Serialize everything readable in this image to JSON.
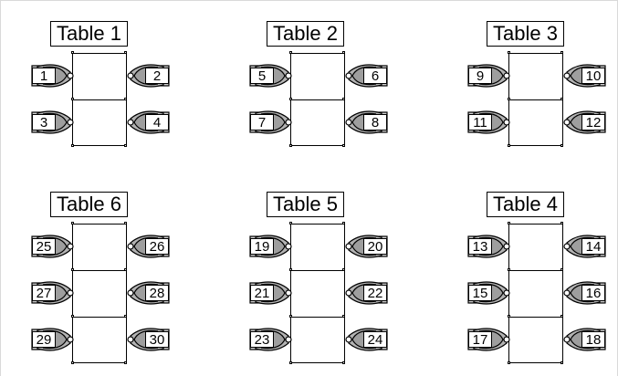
{
  "tables": [
    {
      "title": "Table 1",
      "seats": [
        "1",
        "2",
        "3",
        "4"
      ]
    },
    {
      "title": "Table 2",
      "seats": [
        "5",
        "6",
        "7",
        "8"
      ]
    },
    {
      "title": "Table 3",
      "seats": [
        "9",
        "10",
        "11",
        "12"
      ]
    },
    {
      "title": "Table 6",
      "seats": [
        "25",
        "26",
        "27",
        "28",
        "29",
        "30"
      ]
    },
    {
      "title": "Table 5",
      "seats": [
        "19",
        "20",
        "21",
        "22",
        "23",
        "24"
      ]
    },
    {
      "title": "Table 4",
      "seats": [
        "13",
        "14",
        "15",
        "16",
        "17",
        "18"
      ]
    }
  ]
}
